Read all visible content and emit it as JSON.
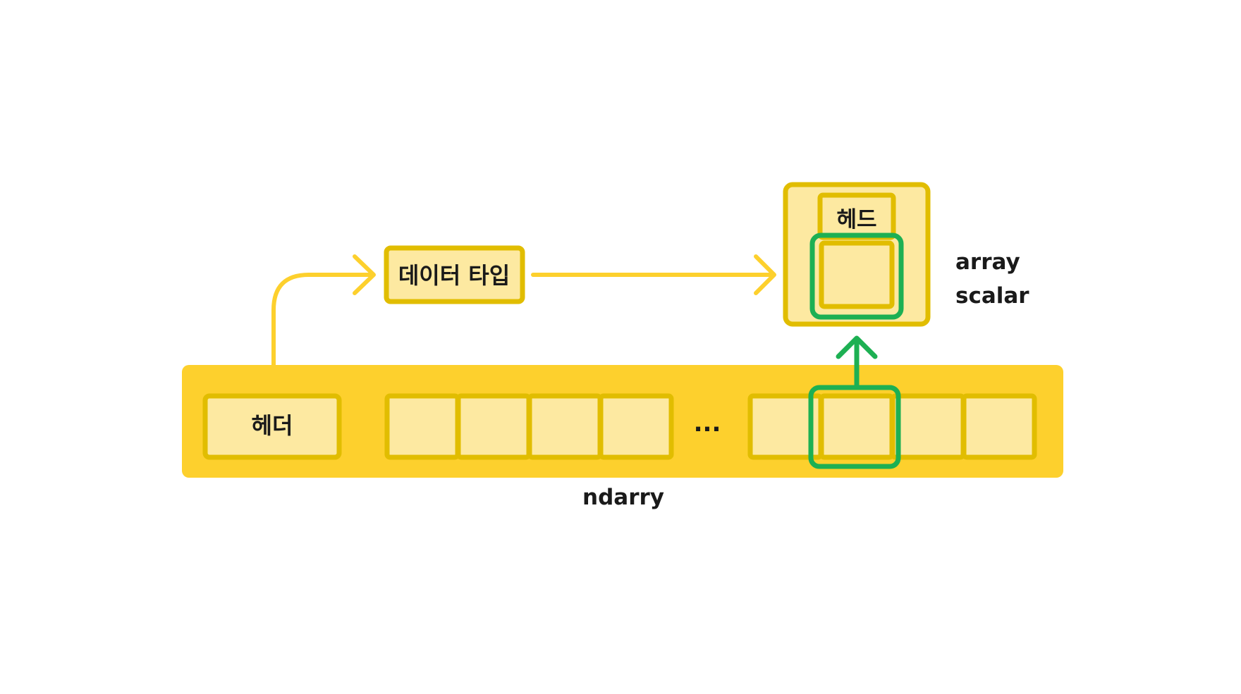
{
  "diagram": {
    "header_label": "헤더",
    "data_type_label": "데이터 타입",
    "scalar_header_label": "헤드",
    "ellipsis": "...",
    "ndarray_label": "ndarry",
    "array_scalar_label_line1": "array",
    "array_scalar_label_line2": "scalar",
    "ndarray_left_element_count": 4,
    "ndarray_right_element_count": 4,
    "highlighted_element_index": 1
  },
  "colors": {
    "ndarray_bar": "#fdd02d",
    "cell_fill": "#fde9a1",
    "cell_border": "#e1bd00",
    "arrow_yellow": "#fdd02d",
    "highlight_green": "#1db053",
    "label_text": "#1a1a1a"
  }
}
